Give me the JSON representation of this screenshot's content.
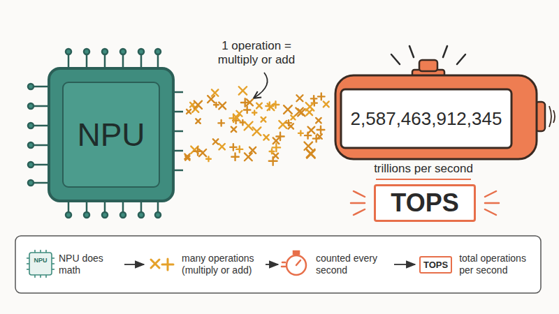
{
  "diagram": {
    "nodes": [
      {
        "text": [
          "NPU"
        ]
      },
      {
        "text": [
          "2,587,463,912,345"
        ]
      },
      {
        "text": [
          "TOPS"
        ]
      },
      {
        "text": [
          "NPU",
          "NPU does math"
        ]
      },
      {
        "text": [
          "many operations (multiply or add)"
        ]
      },
      {
        "text": [
          "counted every second"
        ]
      },
      {
        "text": [
          "TOPS",
          "total operations per second"
        ]
      }
    ],
    "edges": [
      {
        "from": 3,
        "to": 4,
        "arrow": "to"
      },
      {
        "from": 4,
        "to": 5,
        "arrow": "to"
      },
      {
        "from": 5,
        "to": 6,
        "arrow": "to"
      }
    ],
    "labels": [
      "1 operation = multiply or add",
      "trillions per second"
    ]
  }
}
